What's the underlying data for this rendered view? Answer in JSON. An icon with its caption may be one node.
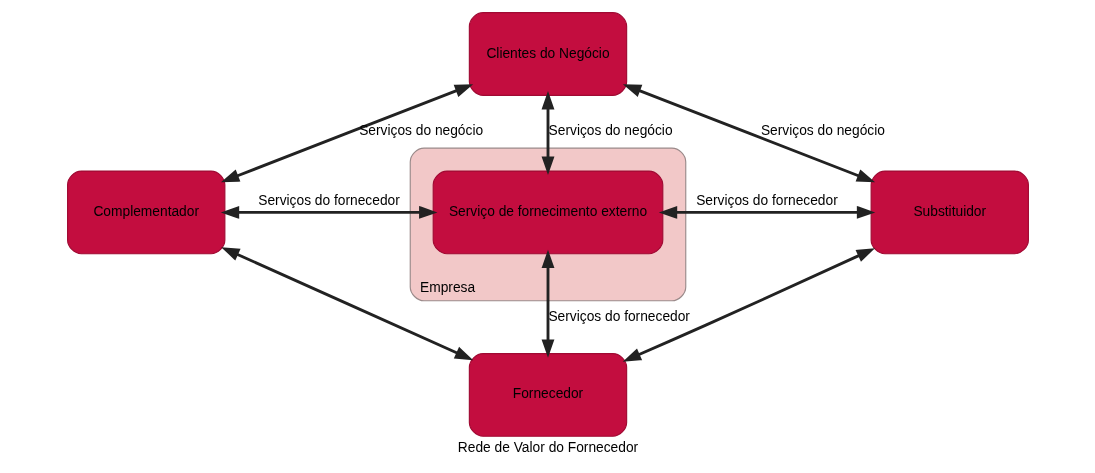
{
  "diagram": {
    "caption": "Rede de Valor do Fornecedor",
    "nodes": [
      {
        "text": [
          "Clientes do Negócio"
        ]
      },
      {
        "text": [
          "Empresa"
        ]
      },
      {
        "text": [
          "Serviço de fornecimento externo"
        ],
        "in": 1
      },
      {
        "text": [
          "Complementador"
        ]
      },
      {
        "text": [
          "Substituidor"
        ]
      },
      {
        "text": [
          "Fornecedor"
        ]
      }
    ],
    "edges": [
      {
        "from": 3,
        "to": 0,
        "arrow": "both",
        "label": "Serviços do negócio"
      },
      {
        "from": 0,
        "to": 4,
        "arrow": "both",
        "label": "Serviços do negócio"
      },
      {
        "from": 0,
        "to": 2,
        "arrow": "both",
        "label": "Serviços do negócio"
      },
      {
        "from": 3,
        "to": 2,
        "arrow": "both",
        "label": "Serviços do fornecedor"
      },
      {
        "from": 2,
        "to": 4,
        "arrow": "both",
        "label": "Serviços do fornecedor"
      },
      {
        "from": 2,
        "to": 5,
        "arrow": "both",
        "label": "Serviços do fornecedor"
      },
      {
        "from": 3,
        "to": 5,
        "arrow": "both"
      },
      {
        "from": 4,
        "to": 5,
        "arrow": "both"
      }
    ]
  }
}
